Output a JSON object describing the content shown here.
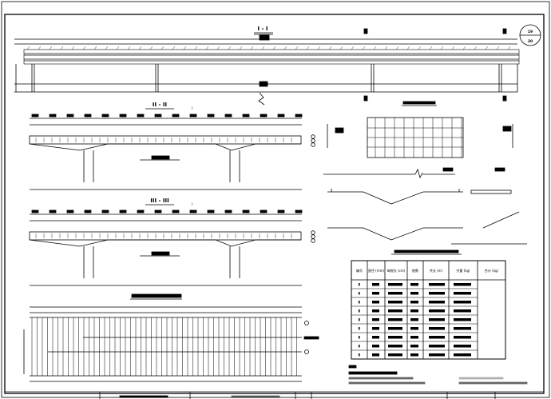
{
  "drawing": {
    "sheet_number": "19",
    "sheet_total": "30",
    "elevation_title": "I - I",
    "section2_title": "II - II",
    "section3_title": "III - III",
    "cut_label": "I"
  },
  "table": {
    "headers": [
      "编号",
      "直径 (mm)",
      "每根长 (cm)",
      "根数",
      "共长 (m)",
      "共重 (kg)",
      "合计 (kg)"
    ],
    "row_count": 9
  }
}
